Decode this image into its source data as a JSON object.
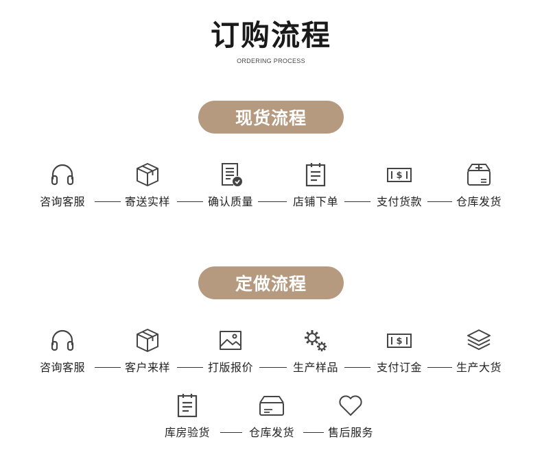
{
  "header": {
    "title": "订购流程",
    "subtitle": "ORDERING PROCESS"
  },
  "stock": {
    "title": "现货流程",
    "steps": [
      {
        "label": "咨询客服",
        "icon": "headset-icon"
      },
      {
        "label": "寄送实样",
        "icon": "box-icon"
      },
      {
        "label": "确认质量",
        "icon": "checklist-icon"
      },
      {
        "label": "店铺下单",
        "icon": "clipboard-icon"
      },
      {
        "label": "支付货款",
        "icon": "cash-icon"
      },
      {
        "label": "仓库发货",
        "icon": "package-icon"
      }
    ]
  },
  "custom": {
    "title": "定做流程",
    "steps": [
      {
        "label": "咨询客服",
        "icon": "headset-icon"
      },
      {
        "label": "客户来样",
        "icon": "box-icon"
      },
      {
        "label": "打版报价",
        "icon": "image-icon"
      },
      {
        "label": "生产样品",
        "icon": "gears-icon"
      },
      {
        "label": "支付订金",
        "icon": "cash-icon"
      },
      {
        "label": "生产大货",
        "icon": "layers-icon"
      }
    ],
    "steps2": [
      {
        "label": "库房验货",
        "icon": "clipboard-icon"
      },
      {
        "label": "仓库发货",
        "icon": "drawer-icon"
      },
      {
        "label": "售后服务",
        "icon": "heart-icon"
      }
    ]
  }
}
